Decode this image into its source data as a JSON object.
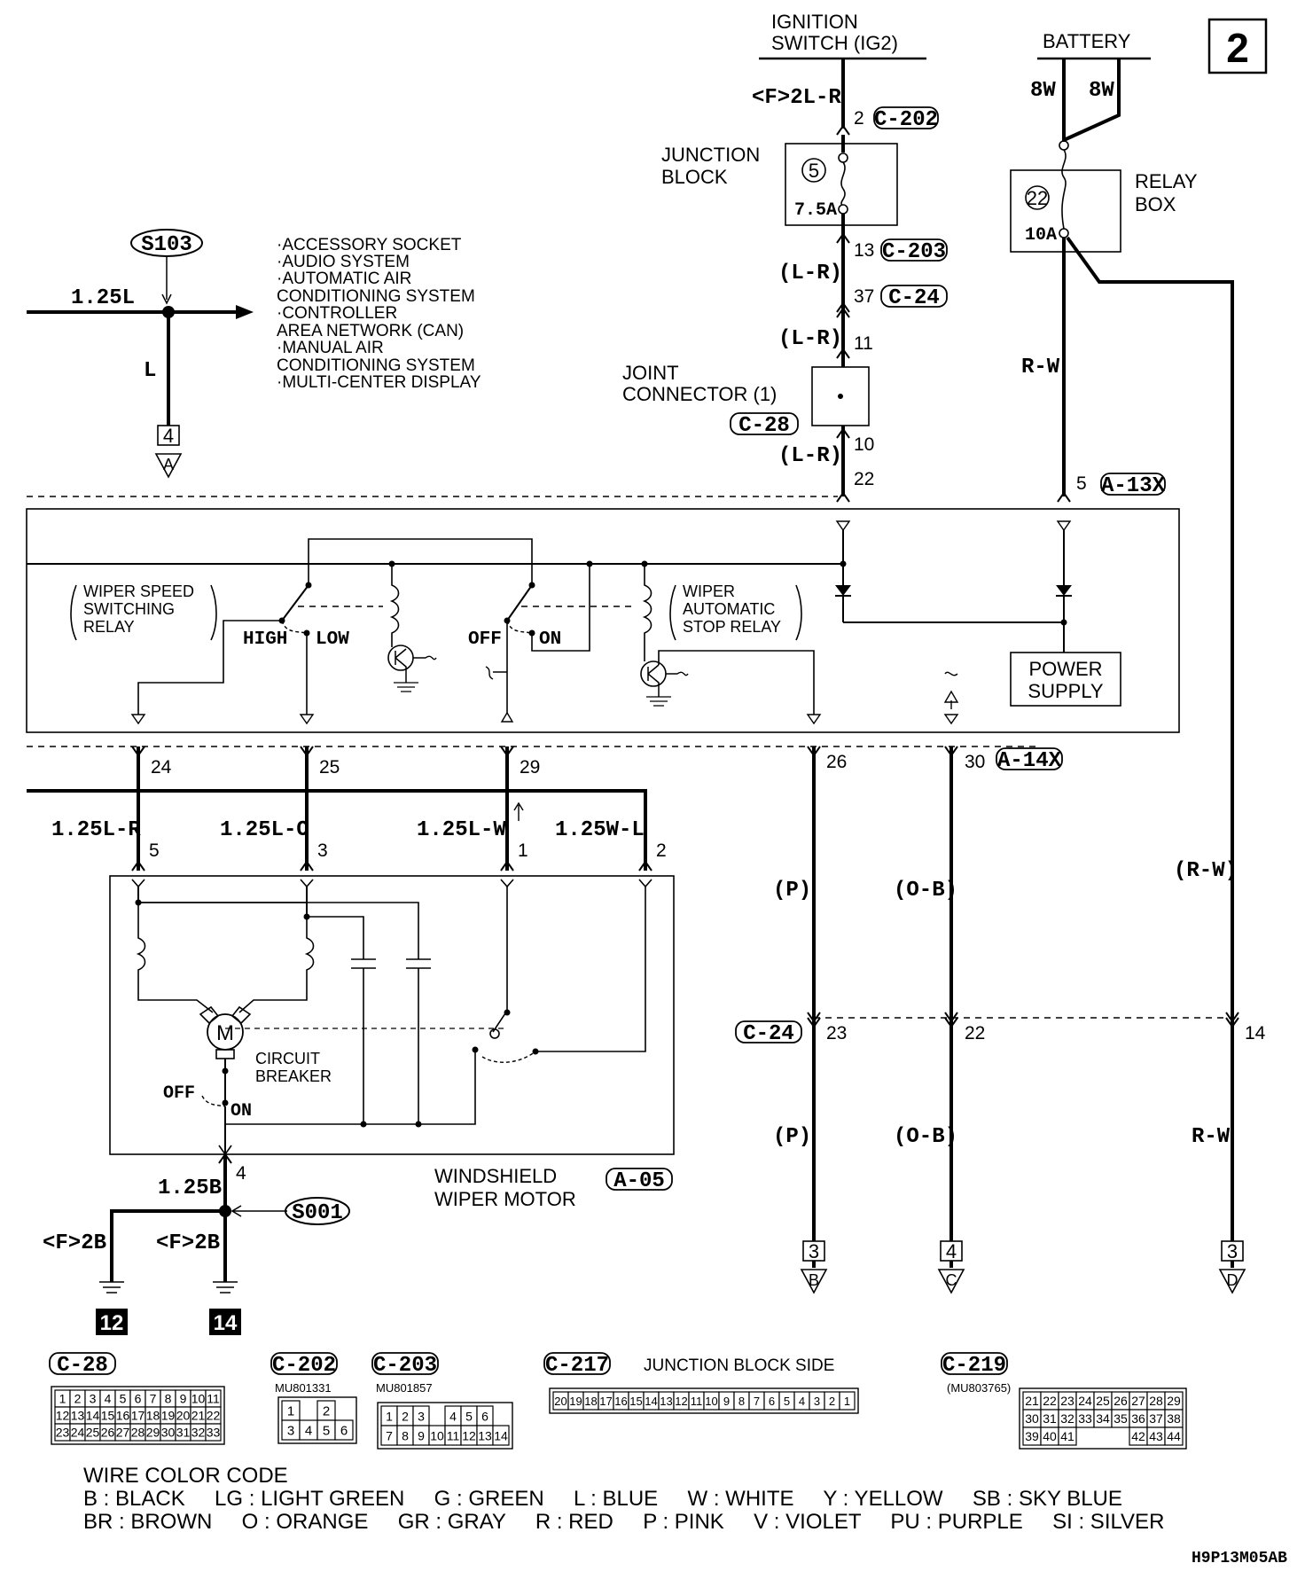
{
  "page_number": "2",
  "sources": {
    "ignition": "IGNITION",
    "ignition_sub": "SWITCH (IG2)",
    "battery": "BATTERY"
  },
  "junction_block": {
    "name_line1": "JUNCTION",
    "name_line2": "BLOCK",
    "fuse_no": "5",
    "fuse_rating": "7.5A"
  },
  "relay_box": {
    "name_line1": "RELAY",
    "name_line2": "BOX",
    "fuse_no": "22",
    "fuse_rating": "10A"
  },
  "wires": {
    "f_2lr": "<F>2L-R",
    "pin_2": "2",
    "c202": "C-202",
    "pin_13": "13",
    "c203": "C-203",
    "lr_1": "(L-R)",
    "pin_37": "37",
    "c24_top": "C-24",
    "lr_2": "(L-R)",
    "pin_11": "11",
    "pin_10": "10",
    "lr_3": "(L-R)",
    "pin_22_top": "22",
    "bat_8w_a": "8W",
    "bat_8w_b": "8W",
    "rw_right": "R-W",
    "pin_5_a13x": "5",
    "a13x": "A-13X",
    "rw_paren": "(R-W)",
    "rw_lower": "R-W"
  },
  "joint_connector": {
    "line1": "JOINT",
    "line2": "CONNECTOR (1)",
    "code": "C-28"
  },
  "splice_s103": {
    "label": "S103",
    "wire": "1.25L",
    "wire_l": "L",
    "pin": "4",
    "arrow": "A",
    "destinations": [
      "·ACCESSORY SOCKET",
      "·AUDIO SYSTEM",
      "·AUTOMATIC AIR",
      " CONDITIONING SYSTEM",
      "·CONTROLLER",
      " AREA NETWORK (CAN)",
      "·MANUAL AIR",
      " CONDITIONING SYSTEM",
      "·MULTI-CENTER DISPLAY"
    ]
  },
  "etacs": {
    "relay1": [
      "WIPER SPEED",
      "SWITCHING",
      "RELAY"
    ],
    "relay2": [
      "WIPER",
      "AUTOMATIC",
      "STOP RELAY"
    ],
    "high": "HIGH",
    "low": "LOW",
    "off": "OFF",
    "on": "ON",
    "power_supply_1": "POWER",
    "power_supply_2": "SUPPLY",
    "pins": {
      "p24": "24",
      "p25": "25",
      "p29": "29",
      "p26": "26",
      "p30": "30"
    },
    "a14x": "A-14X"
  },
  "motor": {
    "w_1": "1.25L-R",
    "w_2": "1.25L-O",
    "w_3": "1.25L-W",
    "w_4": "1.25W-L",
    "pin_5": "5",
    "pin_3": "3",
    "pin_1": "1",
    "pin_2": "2",
    "m": "M",
    "breaker_1": "CIRCUIT",
    "breaker_2": "BREAKER",
    "off": "OFF",
    "on": "ON",
    "pin_4": "4",
    "ground_wire": "1.25B",
    "name_1": "WINDSHIELD",
    "name_2": "WIPER MOTOR",
    "code": "A-05",
    "s001": "S001",
    "f2b_a": "<F>2B",
    "f2b_b": "<F>2B",
    "ground_12": "12",
    "ground_14": "14"
  },
  "right_wires": {
    "p_1": "(P)",
    "ob_1": "(O-B)",
    "c24": "C-24",
    "pin_23": "23",
    "pin_22": "22",
    "pin_14": "14",
    "p_2": "(P)",
    "ob_2": "(O-B)",
    "dest_b_num": "3",
    "dest_b": "B",
    "dest_c_num": "4",
    "dest_c": "C",
    "dest_d_num": "3",
    "dest_d": "D"
  },
  "connectors": {
    "c28": {
      "code": "C-28",
      "rows": [
        [
          "1",
          "2",
          "3",
          "4",
          "5",
          "6",
          "7",
          "8",
          "9",
          "10",
          "11"
        ],
        [
          "12",
          "13",
          "14",
          "15",
          "16",
          "17",
          "18",
          "19",
          "20",
          "21",
          "22"
        ],
        [
          "23",
          "24",
          "25",
          "26",
          "27",
          "28",
          "29",
          "30",
          "31",
          "32",
          "33"
        ]
      ]
    },
    "c202": {
      "code": "C-202",
      "part": "MU801331",
      "rows": [
        [
          "1",
          "",
          "2"
        ],
        [
          "3",
          "4",
          "5",
          "6"
        ]
      ]
    },
    "c203": {
      "code": "C-203",
      "part": "MU801857",
      "rows": [
        [
          "1",
          "2",
          "3",
          "",
          "4",
          "5",
          "6"
        ],
        [
          "7",
          "8",
          "9",
          "10",
          "11",
          "12",
          "13",
          "14"
        ]
      ]
    },
    "c217": {
      "code": "C-217",
      "side": "JUNCTION BLOCK SIDE",
      "row": [
        "20",
        "19",
        "18",
        "17",
        "16",
        "15",
        "14",
        "13",
        "12",
        "11",
        "10",
        "9",
        "8",
        "7",
        "6",
        "5",
        "4",
        "3",
        "2",
        "1"
      ]
    },
    "c219": {
      "code": "C-219",
      "part": "(MU803765)",
      "rows": [
        [
          "21",
          "22",
          "23",
          "24",
          "25",
          "26",
          "27",
          "28",
          "29"
        ],
        [
          "30",
          "31",
          "32",
          "33",
          "34",
          "35",
          "36",
          "37",
          "38"
        ],
        [
          "39",
          "40",
          "41",
          "",
          "",
          "",
          "42",
          "43",
          "44"
        ]
      ]
    }
  },
  "wire_color_code": {
    "title": "WIRE COLOR CODE",
    "line1": "B : BLACK     LG : LIGHT GREEN     G : GREEN     L : BLUE     W : WHITE     Y : YELLOW     SB : SKY BLUE",
    "line2": "BR : BROWN     O : ORANGE     GR : GRAY     R : RED     P : PINK     V : VIOLET     PU : PURPLE     SI : SILVER"
  },
  "footer_code": "H9P13M05AB"
}
